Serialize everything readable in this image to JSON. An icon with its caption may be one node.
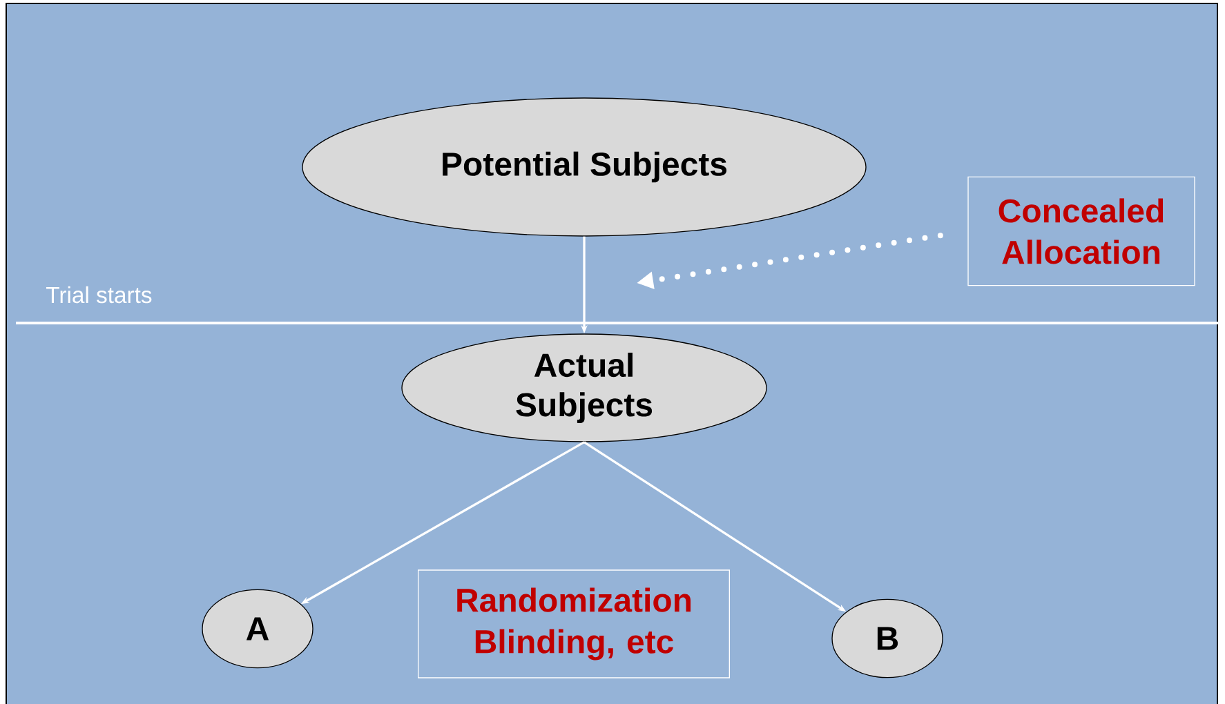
{
  "diagram": {
    "nodes": [
      {
        "text": [
          "Potential Subjects"
        ]
      },
      {
        "text": [
          "Concealed Allocation"
        ]
      },
      {
        "text": [
          "Actual Subjects"
        ]
      },
      {
        "text": [
          "A"
        ]
      },
      {
        "text": [
          "Randomization Blinding, etc"
        ]
      },
      {
        "text": [
          "B"
        ]
      }
    ],
    "edges": [
      {
        "from": 0,
        "to": 2,
        "arrow": "to"
      },
      {
        "from": 1,
        "to": null,
        "arrow": "to",
        "style": "dashed"
      },
      {
        "from": 2,
        "to": 3,
        "arrow": "to"
      },
      {
        "from": 2,
        "to": 5,
        "arrow": "to"
      }
    ],
    "labels": [
      "Trial starts"
    ]
  }
}
